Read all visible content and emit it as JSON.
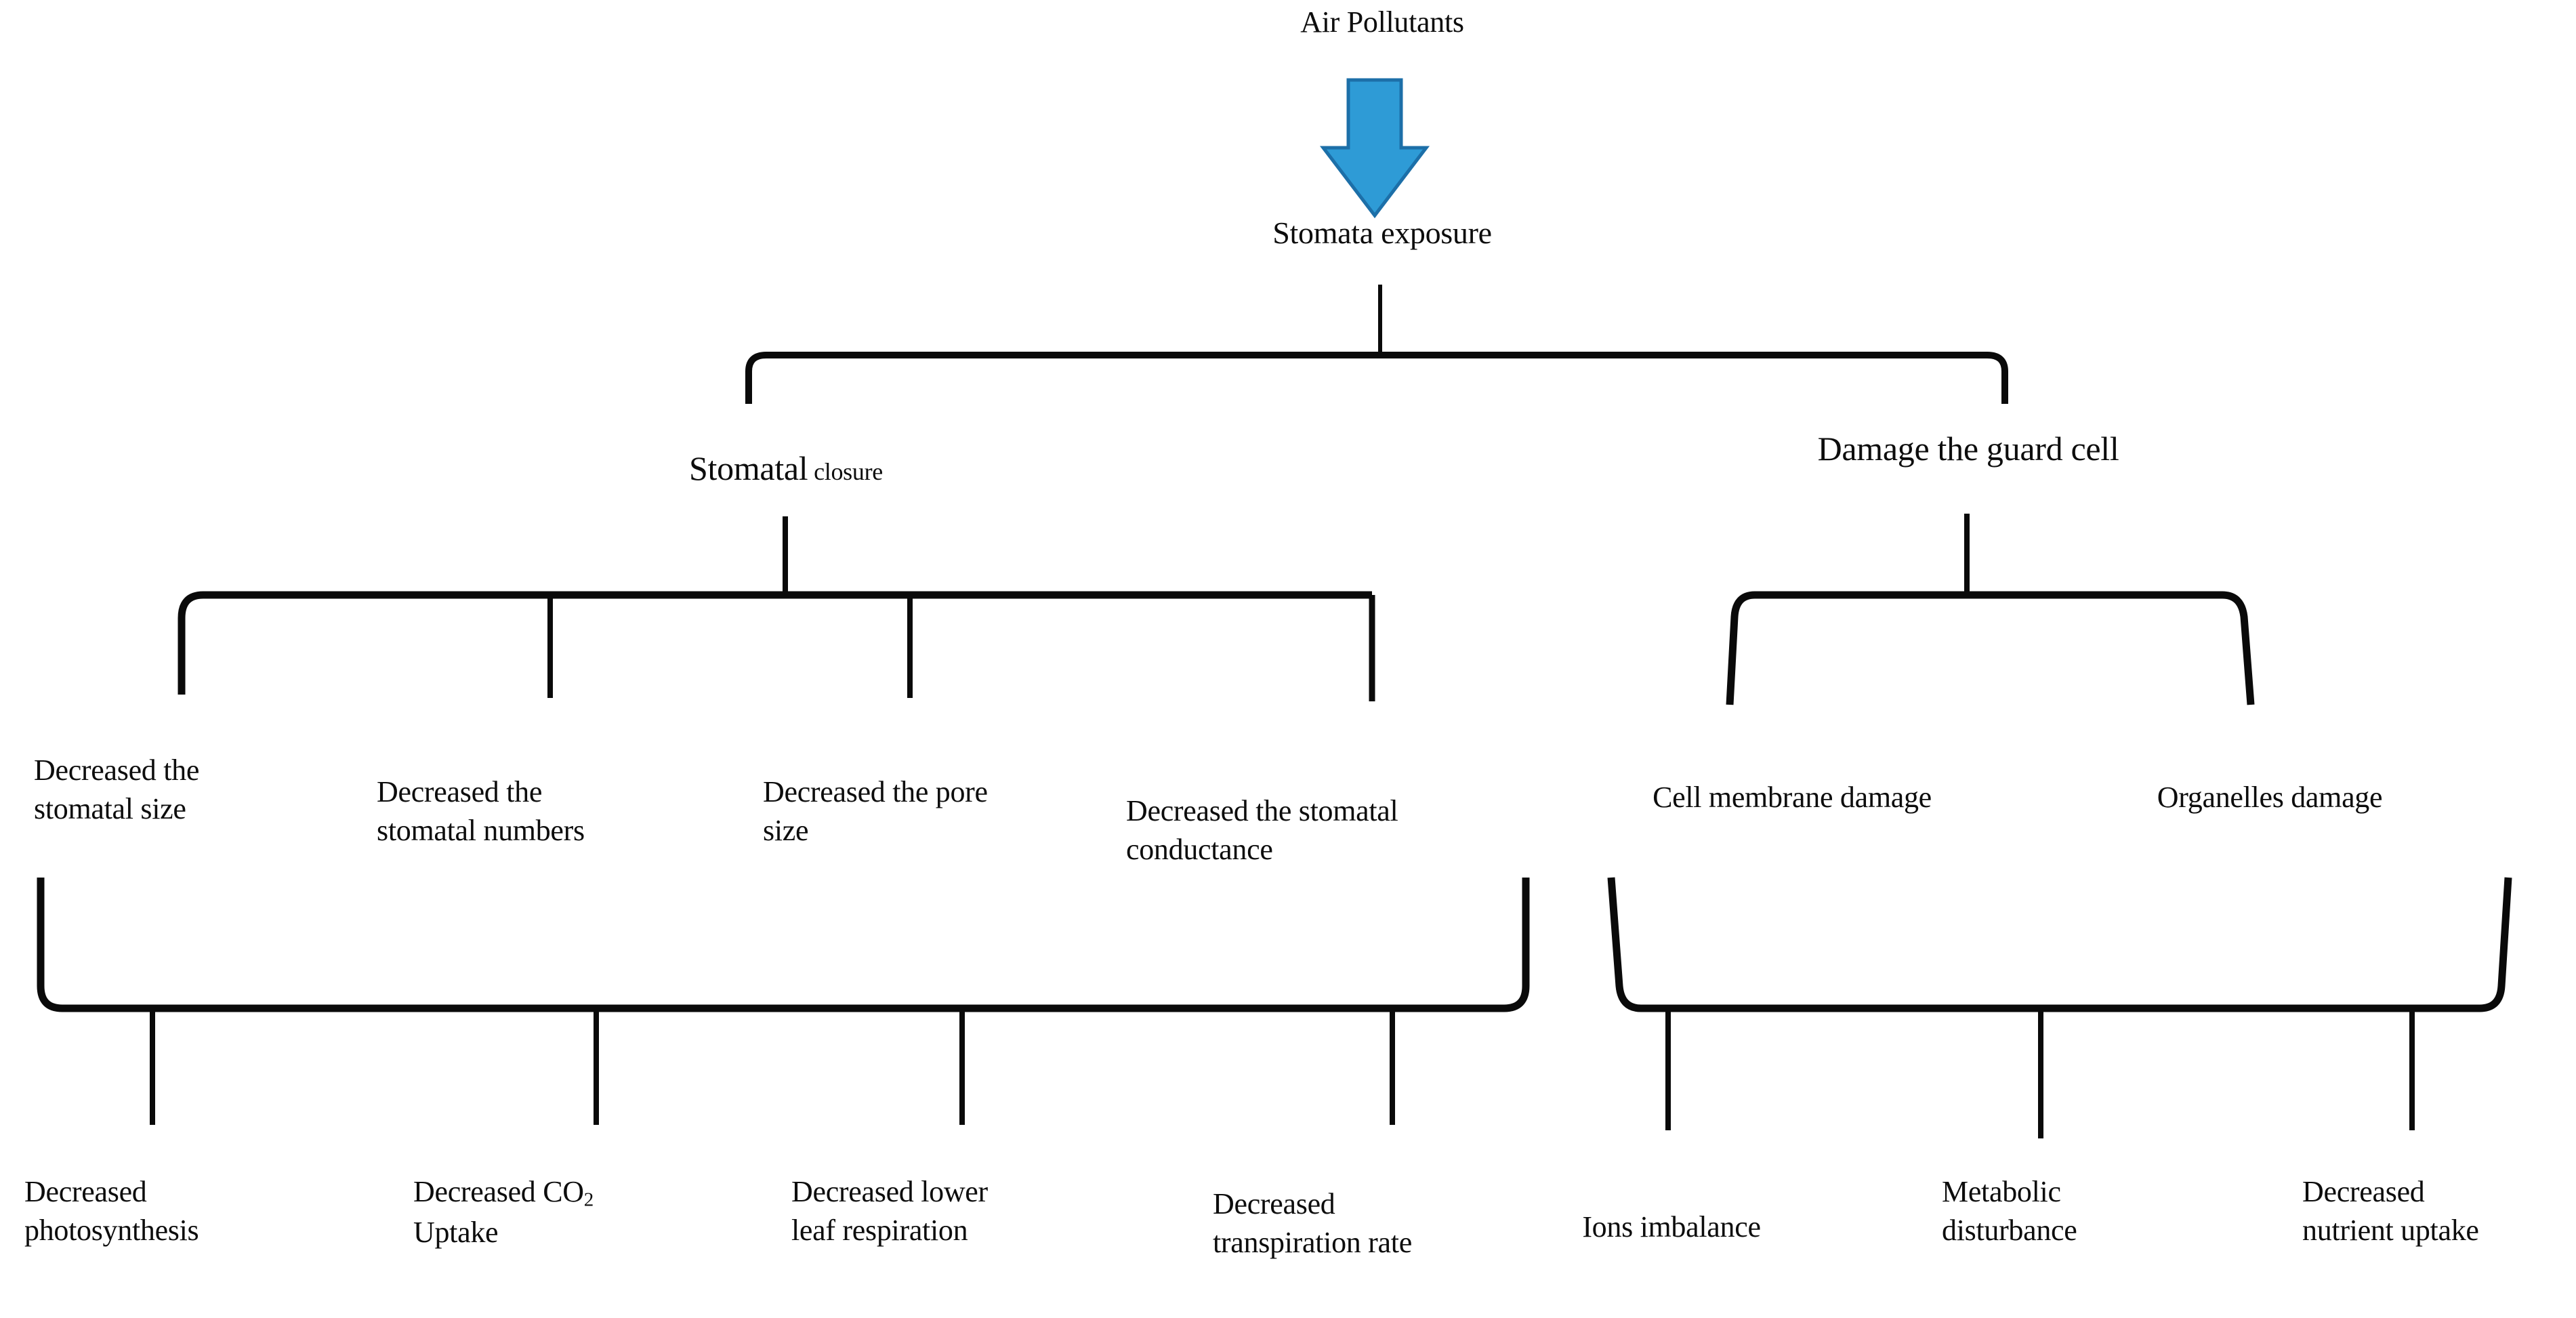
{
  "diagram": {
    "title": "Air Pollutants",
    "type": "flowchart",
    "background_color": "#ffffff",
    "line_color": "#0a0a0a",
    "arrow_color": "#2E9BD6",
    "arrow_outline_color": "#1C6FA8",
    "arrow_icon": "down-arrow-icon",
    "levels": {
      "level0": {
        "label": "Air Pollutants"
      },
      "level1": {
        "label": "Stomata exposure"
      },
      "level2": [
        {
          "label_main": "Stomatal",
          "label_sub": "closure"
        },
        {
          "label_main": "Damage the guard cell",
          "label_sub": ""
        }
      ],
      "level3_left": [
        {
          "label": "Decreased the\nstomatal size"
        },
        {
          "label": "Decreased the\nstomatal numbers"
        },
        {
          "label": "Decreased the pore\nsize"
        },
        {
          "label": "Decreased the stomatal\nconductance"
        }
      ],
      "level3_right": [
        {
          "label": "Cell membrane damage"
        },
        {
          "label": "Organelles damage"
        }
      ],
      "level4_left": [
        {
          "label": "Decreased\nphotosynthesis"
        },
        {
          "label_pre": "Decreased CO",
          "label_sub": "2",
          "label_post": "\nUptake"
        },
        {
          "label": "Decreased lower\nleaf respiration"
        },
        {
          "label": "Decreased\ntranspiration rate"
        }
      ],
      "level4_right": [
        {
          "label": "Ions imbalance"
        },
        {
          "label": "Metabolic\ndisturbance"
        },
        {
          "label": "Decreased\nnutrient uptake"
        }
      ]
    }
  }
}
